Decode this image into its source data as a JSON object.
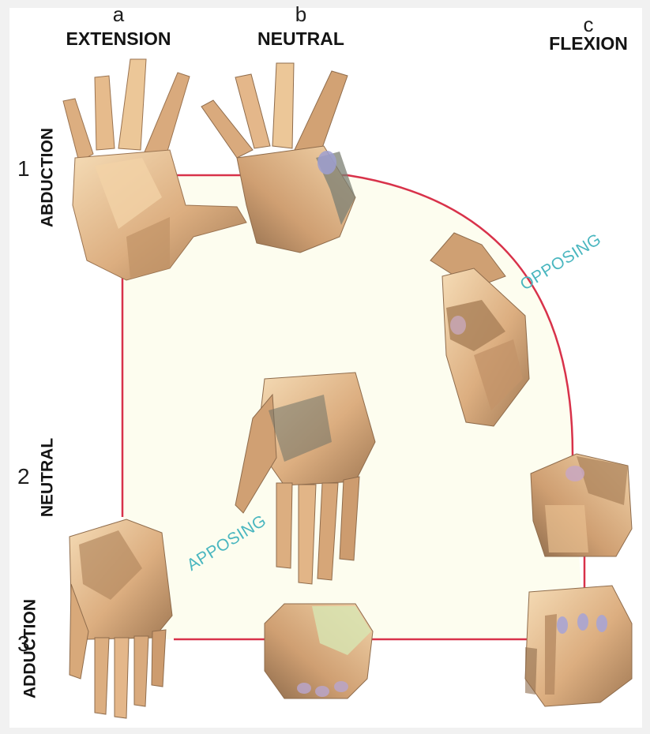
{
  "columns": [
    {
      "letter": "a",
      "label": "EXTENSION"
    },
    {
      "letter": "b",
      "label": "NEUTRAL"
    },
    {
      "letter": "c",
      "label": "FLEXION"
    }
  ],
  "rows": [
    {
      "number": "1",
      "label": "ABDUCTION"
    },
    {
      "number": "2",
      "label": "NEUTRAL"
    },
    {
      "number": "3",
      "label": "ADDUCTION"
    }
  ],
  "motions": {
    "opposing": "OPPOSING",
    "apposing": "APPOSING"
  },
  "hands": [
    {
      "name": "hand-abduction-extension",
      "grid": "a1",
      "pose": "open palm, fingers spread"
    },
    {
      "name": "hand-abduction-neutral",
      "grid": "b1",
      "pose": "fingers spread, thumb forward"
    },
    {
      "name": "hand-opposing",
      "grid": "c1-c2",
      "pose": "thumb opposing fingers"
    },
    {
      "name": "hand-neutral-neutral",
      "grid": "b2",
      "pose": "hand hanging, fingers down"
    },
    {
      "name": "hand-neutral-flexion",
      "grid": "c2",
      "pose": "closed fist"
    },
    {
      "name": "hand-adduction-extension",
      "grid": "a3",
      "pose": "palm, fingers together down"
    },
    {
      "name": "hand-adduction-neutral",
      "grid": "b3",
      "pose": "cupped hand"
    },
    {
      "name": "hand-adduction-flexion",
      "grid": "c3",
      "pose": "fingers curled, side view"
    }
  ],
  "colors": {
    "background": "#f1f1f1",
    "plane_fill": "#fdfdef",
    "boundary": "#d8324a",
    "motion_text": "#49b6bf",
    "skin_light": "#f2d3a8",
    "skin_mid": "#d8a97a",
    "skin_dark": "#9a7350",
    "skin_shadow": "#6f7367"
  }
}
